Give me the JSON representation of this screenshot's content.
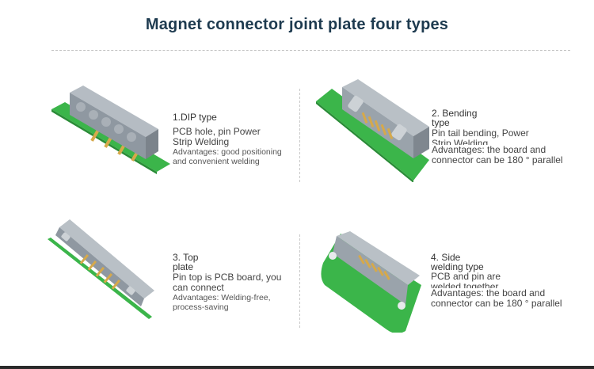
{
  "page": {
    "title": "Magnet connector joint plate four types"
  },
  "items": [
    {
      "heading": "1.DIP type",
      "desc_lines": [
        "PCB hole, pin Power",
        "Strip Welding"
      ],
      "adv_lines": [
        "Advantages: good positioning",
        "and convenient welding"
      ]
    },
    {
      "heading_lines": [
        "2. Bending",
        "type"
      ],
      "desc_lines": [
        "Pin tail bending, Power",
        "Strip Welding"
      ],
      "adv_lines": [
        "Advantages: the board and",
        "connector can be 180 ° parallel"
      ]
    },
    {
      "heading_lines": [
        "3. Top",
        "plate"
      ],
      "desc_lines": [
        "Pin top is PCB board, you",
        "can connect"
      ],
      "adv_lines": [
        "Advantages: Welding-free,",
        "process-saving"
      ]
    },
    {
      "heading_lines": [
        "4. Side",
        "welding type"
      ],
      "desc_lines": [
        "PCB and pin are",
        "welded together"
      ],
      "adv_lines": [
        "Advantages: the board and",
        "connector can be 180 ° parallel"
      ]
    }
  ],
  "colors": {
    "title": "#1d3a4f",
    "pcb_green": "#3bb54a",
    "connector_gray": "#9aa3ab",
    "pin_gold": "#d6a94a"
  },
  "icons": {
    "item1": "dip-connector-illustration",
    "item2": "bending-connector-illustration",
    "item3": "top-plate-connector-illustration",
    "item4": "side-welding-connector-illustration"
  }
}
